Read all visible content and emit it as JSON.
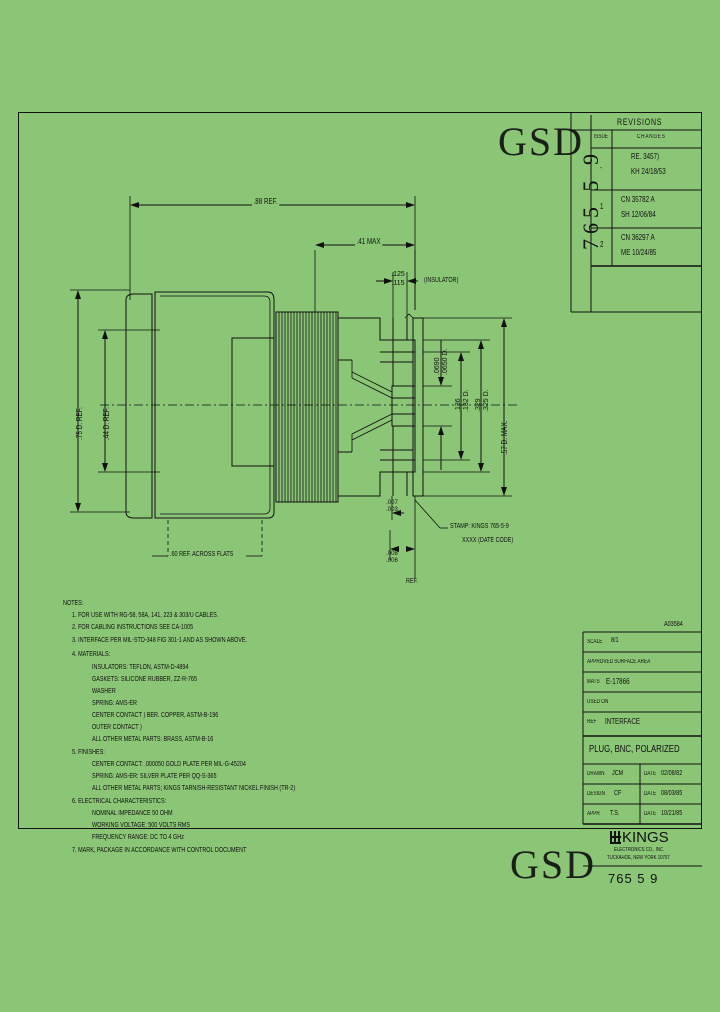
{
  "drawing": {
    "watermark": "GSD",
    "side_number": "765  5  9",
    "bottom_number": "765  5  9",
    "sheet_code": "A03584"
  },
  "revisions": {
    "title": "REVISIONS",
    "col_issue": "ISSUE",
    "col_changes": "CHANGES",
    "rows": [
      {
        "issue": "-",
        "line1": "RE.  3457)",
        "line2": "KH   24/18/53"
      },
      {
        "issue": "1",
        "line1": "CN  35782  A",
        "line2": "SH    12/06/84"
      },
      {
        "issue": "2",
        "line1": "CN  36297  A",
        "line2": "ME   10/24/85"
      }
    ]
  },
  "dimensions": {
    "overall": ".88 REF.",
    "body": ".41 MAX",
    "insulator_w": ".125\n.115",
    "insulator_label": "(INSULATOR)",
    "dia_75": ".75  D.  REF.",
    "dia_44": ".44  D.  REF.",
    "pin_dia": ".0690\n.0650  D.",
    "mid_dia": ".136\n.132  D.",
    "flange_dia": ".329\n.325  D.",
    "outer_dia": ".57  D.  MAX.",
    "flats": ".60 REF. ACROSS FLATS",
    "gap": ".007\n.003",
    "small_w": ".008\n.006",
    "ref_note": "REF."
  },
  "callouts": {
    "stamp_line1": "STAMP: KINGS 765-5-9",
    "stamp_line2": "XXXX (DATE CODE)"
  },
  "notes": {
    "heading": "NOTES:",
    "items": [
      "1. FOR USE WITH RG-58, 58A, 141, 223 & 303/U CABLES.",
      "2. FOR CABLING INSTRUCTIONS SEE CA-1005",
      "3. INTERFACE PER MIL-STD-348 FIG 301-1 AND AS SHOWN ABOVE.",
      "4. MATERIALS:",
      "5. FINISHES:",
      "6. ELECTRICAL CHARACTERISTICS:",
      "7. MARK, PACKAGE IN ACCORDANCE WITH CONTROL DOCUMENT"
    ],
    "materials": [
      "INSULATORS: TEFLON, ASTM-D-4894",
      "GASKETS: SILICONE RUBBER, ZZ-R-765",
      "WASHER",
      "SPRING: AMS-ER",
      "CENTER CONTACT   ) BER. COPPER, ASTM-B-196",
      "OUTER CONTACT    )",
      "ALL OTHER METAL PARTS: BRASS, ASTM-B-16"
    ],
    "finishes": [
      "CENTER CONTACT: .000050 GOLD PLATE PER MIL-G-45204",
      "SPRING: AMS-ER: SILVER PLATE PER QQ-S-365",
      "ALL OTHER METAL PARTS; KINGS TARNISH-RESISTANT NICKEL FINISH (TR-2)"
    ],
    "electrical": [
      "NOMINAL IMPEDANCE 50 OHM",
      "WORKING VOLTAGE: 500 VOLTS RMS",
      "FREQUENCY RANGE: DC TO 4 GHz"
    ]
  },
  "title_block": {
    "scale_label": "SCALE",
    "scale_value": "8/1",
    "approved_label": "APPROVED SURFACE AREA",
    "mats_label": "MATS",
    "mats_value": "E-17866",
    "used_label": "USED ON",
    "ref_label": "REF",
    "ref_value": "INTERFACE",
    "part_title": "PLUG, BNC, POLARIZED",
    "drawn_label": "DRAWN",
    "drawn_by": "JCM",
    "drawn_date_label": "DATE",
    "drawn_date": "02/08/82",
    "design_label": "DESIGN",
    "design_by": "CF",
    "design_date_label": "DATE",
    "design_date": "08/03/85",
    "appr_label": "APPR",
    "appr_by": "T.S.",
    "appr_date_label": "DATE",
    "appr_date": "10/21/85",
    "company": "KINGS",
    "company_line1": "ELECTRONICS CO., INC.",
    "company_line2": "TUCKAHOE, NEW YORK  10707"
  },
  "colors": {
    "background": "#8bc576",
    "ink": "#111111"
  }
}
